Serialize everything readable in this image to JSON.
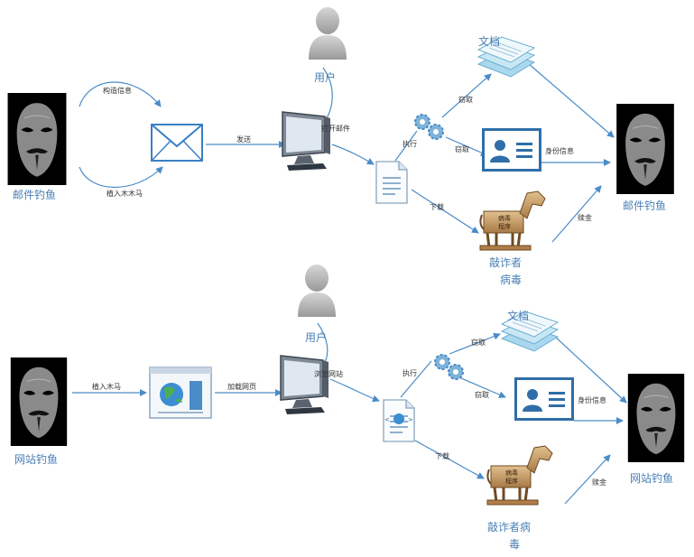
{
  "colors": {
    "accent": "#4a8cc8",
    "label": "#4a7fb5",
    "hacker_bg": "#000000",
    "doc_stack": "#bfe3f2",
    "trojan": "#c8a070"
  },
  "top": {
    "attacker_label": "邮件钓鱼",
    "target_label": "邮件钓鱼",
    "user_label": "用户",
    "edge_construct": "构造信息",
    "edge_implant": "植入木木马",
    "edge_send": "发送",
    "edge_open": "打开邮件",
    "edge_execute": "执行",
    "edge_steal_doc": "窃取",
    "edge_steal_id": "窃取",
    "edge_download": "下载",
    "edge_ransom": "赎金",
    "doc_label": "文档",
    "id_label": "身份信息",
    "virus_label_1": "敲诈者",
    "virus_label_2": "病毒",
    "trojan_text_1": "病毒",
    "trojan_text_2": "程序"
  },
  "bottom": {
    "attacker_label": "网站钓鱼",
    "target_label": "网站钓鱼",
    "user_label": "用户",
    "edge_implant": "植入木马",
    "edge_load": "加载网页",
    "edge_browse": "浏览网站",
    "edge_execute": "执行",
    "edge_steal_doc": "窃取",
    "edge_steal_id": "窃取",
    "edge_download": "下载",
    "edge_ransom": "赎金",
    "doc_label": "文档",
    "id_label": "身份信息",
    "virus_label_1": "敲诈者病",
    "virus_label_2": "毒",
    "trojan_text_1": "病毒",
    "trojan_text_2": "程序"
  },
  "icons": {
    "hacker": "anonymous-mask-icon",
    "envelope": "envelope-icon",
    "webpage": "webpage-globe-icon",
    "monitor": "monitor-icon",
    "user": "user-silhouette-icon",
    "file": "file-icon",
    "gears": "gears-icon",
    "documents": "documents-stack-icon",
    "id_card": "id-card-icon",
    "trojan": "trojan-horse-icon"
  }
}
